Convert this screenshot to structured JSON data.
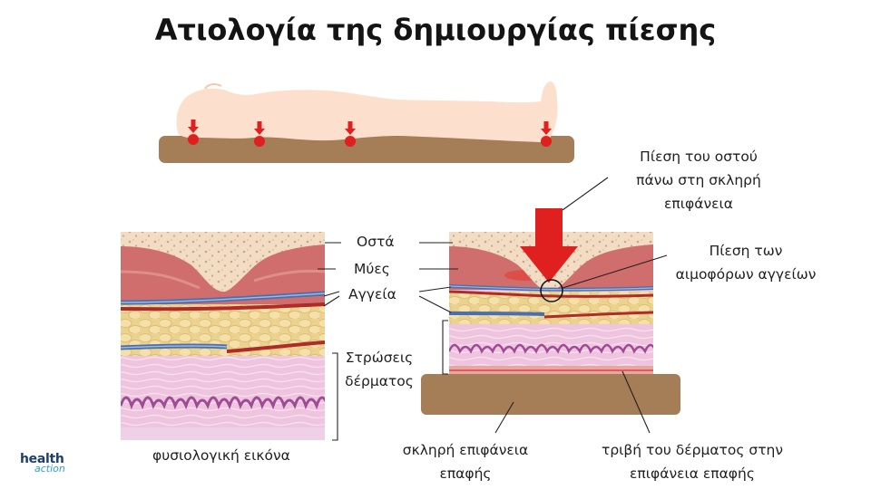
{
  "title": "Ατιολογία της δημιουργίας πίεσης",
  "labels": {
    "bones": "Οστά",
    "muscles": "Μύες",
    "vessels": "Αγγεία",
    "skin_layers_1": "Στρώσεις",
    "skin_layers_2": "δέρματος",
    "normal_picture": "φυσιολογική εικόνα",
    "bone_pressure_1": "Πίεση του οστού",
    "bone_pressure_2": "πάνω στη σκληρή",
    "bone_pressure_3": "επιφάνεια",
    "vessel_pressure_1": "Πίεση των",
    "vessel_pressure_2": "αιμοφόρων αγγείων",
    "hard_surface_1": "σκληρή επιφάνεια",
    "hard_surface_2": "επαφής",
    "friction_1": "τριβή του δέρματος στην",
    "friction_2": "επιφάνεια επαφής"
  },
  "logo": {
    "main": "health",
    "sub": "action"
  },
  "colors": {
    "mattress": "#a57d57",
    "body": "#fce0cd",
    "pressure": "#e01f1f",
    "bone": "#f3dcc4",
    "muscle": "#cf6e6c",
    "fat": "#ecd28f",
    "skin": "#efc4df",
    "vessel_blue": "#4a6fae",
    "vessel_red": "#b02a2a"
  }
}
